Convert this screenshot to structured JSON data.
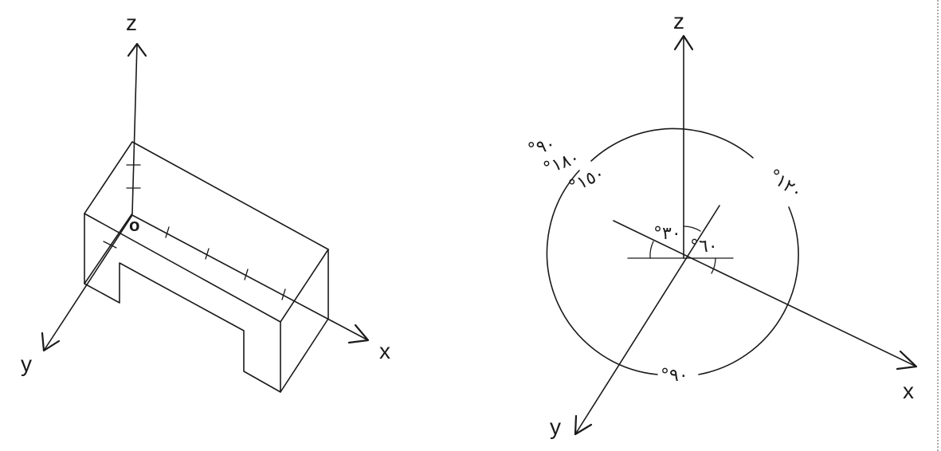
{
  "left_figure": {
    "axis_x": "x",
    "axis_y": "y",
    "axis_z": "z",
    "origin": "o"
  },
  "right_figure": {
    "axis_x": "x",
    "axis_y": "y",
    "axis_z": "z",
    "angle_30": "°٣٠",
    "angle_60": "°٦٠",
    "angle_120": "°١٢٠",
    "angle_150": "°١٥٠",
    "angle_90_bottom": "°٩٠",
    "angle_90_top": "°٩٠",
    "angle_180": "°١٨٠"
  }
}
